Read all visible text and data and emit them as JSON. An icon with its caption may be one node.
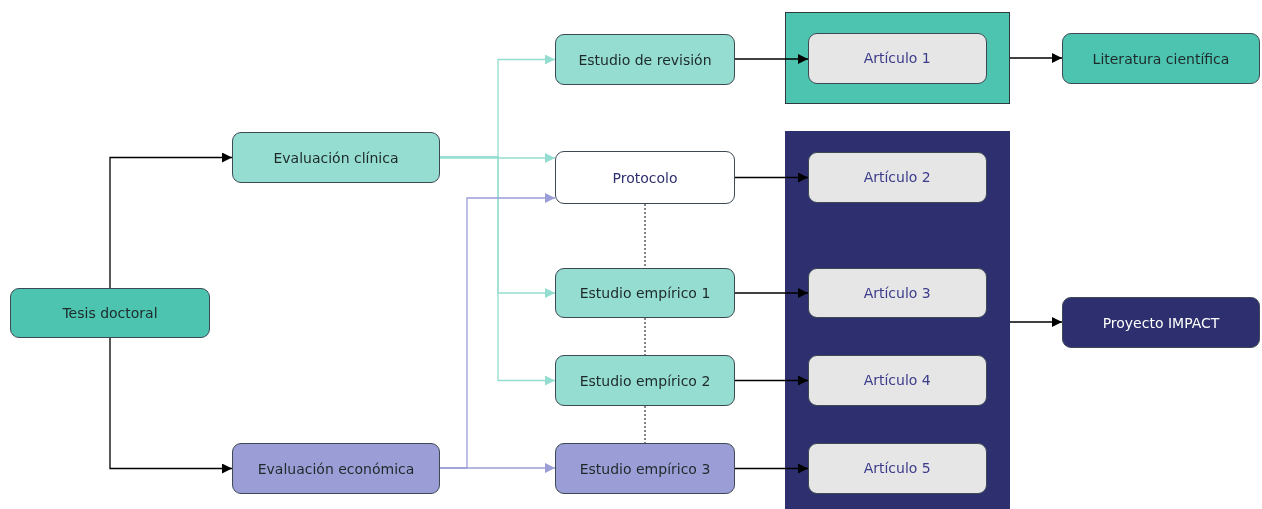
{
  "diagram": {
    "nodes": [
      {
        "text": [
          "Tesis doctoral"
        ]
      },
      {
        "text": [
          "Evaluación clínica"
        ]
      },
      {
        "text": [
          "Evaluación económica"
        ]
      },
      {
        "text": [
          "Estudio de revisión"
        ]
      },
      {
        "text": [
          "Protocolo"
        ]
      },
      {
        "text": [
          "Estudio empírico 1"
        ]
      },
      {
        "text": [
          "Estudio empírico 2"
        ]
      },
      {
        "text": [
          "Estudio empírico 3"
        ]
      },
      {
        "text": [],
        "shape": "box"
      },
      {
        "text": [
          "Artículo 1"
        ],
        "in": 8
      },
      {
        "text": [],
        "shape": "box"
      },
      {
        "text": [
          "Artículo 2"
        ],
        "in": 10
      },
      {
        "text": [
          "Artículo 3"
        ],
        "in": 10
      },
      {
        "text": [
          "Artículo 4"
        ],
        "in": 10
      },
      {
        "text": [
          "Artículo 5"
        ],
        "in": 10
      },
      {
        "text": [
          "Literatura científica"
        ]
      },
      {
        "text": [
          "Proyecto IMPACT"
        ]
      }
    ],
    "edges": [
      {
        "from": 0,
        "to": 1,
        "arrow": "to"
      },
      {
        "from": 0,
        "to": 2,
        "arrow": "to"
      },
      {
        "from": 1,
        "to": 3,
        "arrow": "to",
        "color": "#96ddd1"
      },
      {
        "from": 1,
        "to": 4,
        "arrow": "to",
        "color": "#96ddd1"
      },
      {
        "from": 1,
        "to": 5,
        "arrow": "to",
        "color": "#96ddd1"
      },
      {
        "from": 1,
        "to": 6,
        "arrow": "to",
        "color": "#96ddd1"
      },
      {
        "from": 2,
        "to": 4,
        "arrow": "to",
        "color": "#9b9ed6"
      },
      {
        "from": 2,
        "to": 7,
        "arrow": "to",
        "color": "#9b9ed6"
      },
      {
        "from": 3,
        "to": 9,
        "arrow": "to"
      },
      {
        "from": 4,
        "to": 11,
        "arrow": "to"
      },
      {
        "from": 5,
        "to": 12,
        "arrow": "to"
      },
      {
        "from": 6,
        "to": 13,
        "arrow": "to"
      },
      {
        "from": 7,
        "to": 14,
        "arrow": "to"
      },
      {
        "from": 8,
        "to": 15,
        "arrow": "to"
      },
      {
        "from": 10,
        "to": 16,
        "arrow": "to"
      },
      {
        "from": 4,
        "to": 5,
        "arrow": "none",
        "style": "dashed"
      },
      {
        "from": 5,
        "to": 6,
        "arrow": "none",
        "style": "dashed"
      },
      {
        "from": 6,
        "to": 7,
        "arrow": "none",
        "style": "dashed"
      }
    ]
  }
}
